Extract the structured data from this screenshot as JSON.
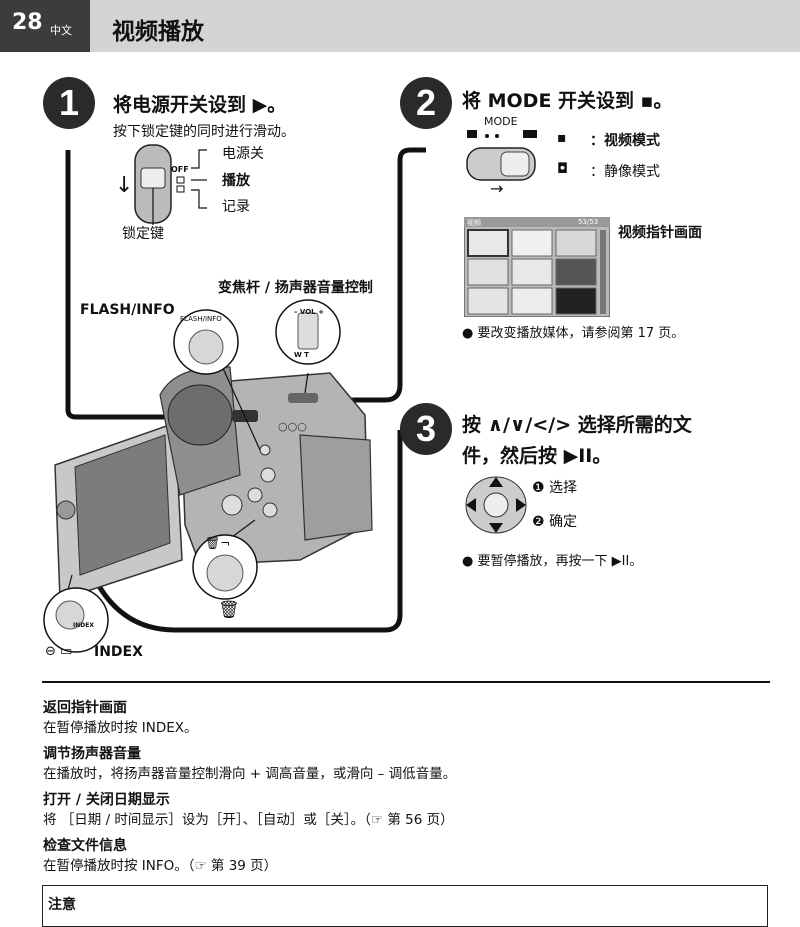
{
  "header": {
    "page_number": "28",
    "language": "中文",
    "title": "视频播放"
  },
  "step1": {
    "number": "1",
    "title": "将电源开关设到 ▶。",
    "subtitle": "按下锁定键的同时进行滑动。",
    "switch_labels": {
      "off": "OFF",
      "power_off": "电源关",
      "play": "播放",
      "record": "记录"
    },
    "lock_label": "锁定键"
  },
  "camera": {
    "zoom_label": "变焦杆 / 扬声器音量控制",
    "flash_label": "FLASH/INFO",
    "flash_button_text": "FLASH/INFO",
    "vol_text": "– VOL +",
    "wt_text": "W    T",
    "index_label": "INDEX",
    "index_small": "INDEX"
  },
  "step2": {
    "number": "2",
    "title": "将 MODE 开关设到 ▪。",
    "mode_text": "MODE",
    "video_mode": "：视频模式",
    "photo_mode": "：静像模式",
    "index_screen_label": "视频指针画面",
    "screen_header_left": "视频",
    "screen_header_right": "53/53",
    "bullet": "● 要改变播放媒体，请参阅第 17 页。"
  },
  "step3": {
    "number": "3",
    "title_line1": "按 ∧/∨/</> 选择所需的文",
    "title_line2": "件，然后按 ▶II。",
    "select_label": "❶ 选择",
    "confirm_label": "❷ 确定",
    "bullet": "● 要暂停播放，再按一下 ▶II。"
  },
  "sections": [
    {
      "heading": "返回指针画面",
      "body": "在暂停播放时按 INDEX。"
    },
    {
      "heading": "调节扬声器音量",
      "body": "在播放时，将扬声器音量控制滑向 + 调高音量，或滑向 – 调低音量。"
    },
    {
      "heading": "打开 / 关闭日期显示",
      "body": "将 ［日期 / 时间显示］设为［开］、［自动］或［关］。（☞ 第 56 页）"
    },
    {
      "heading": "检查文件信息",
      "body": "在暂停播放时按 INFO。（☞ 第 39 页）"
    }
  ],
  "note": {
    "title": "注意"
  }
}
